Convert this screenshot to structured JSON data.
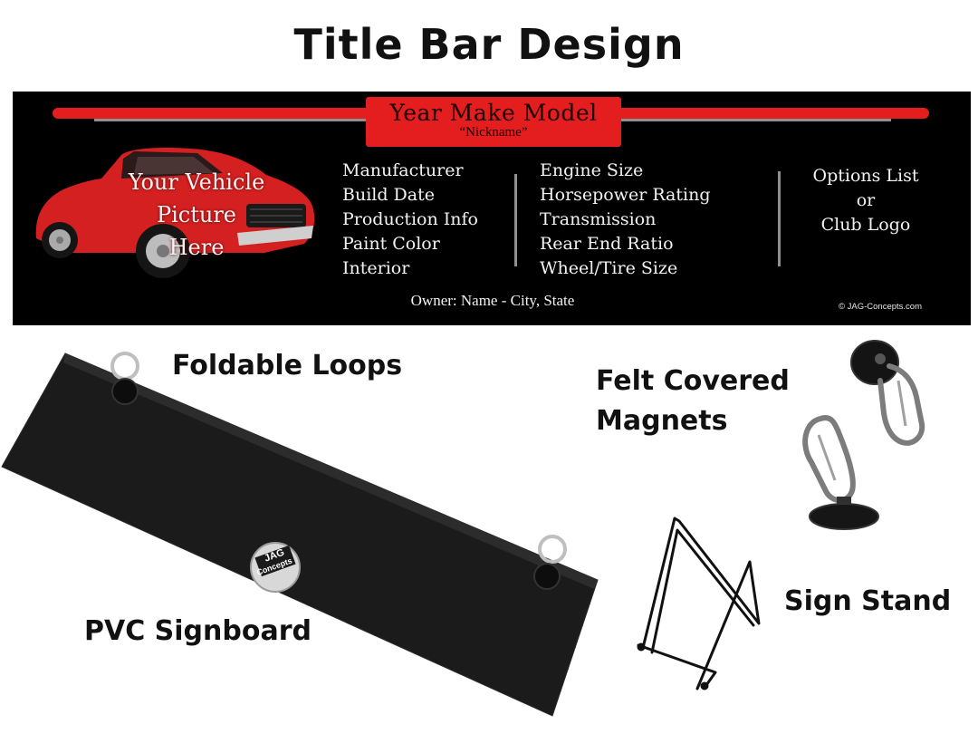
{
  "page": {
    "title": "Title Bar Design"
  },
  "banner": {
    "title": "Year Make Model",
    "nickname": "“Nickname”",
    "photo_caption": [
      "Your Vehicle",
      "Picture",
      "Here"
    ],
    "specs_left": [
      "Manufacturer",
      "Build Date",
      "Production Info",
      "Paint Color",
      "Interior"
    ],
    "specs_right": [
      "Engine Size",
      "Horsepower Rating",
      "Transmission",
      "Rear End Ratio",
      "Wheel/Tire Size"
    ],
    "options": [
      "Options List",
      "or",
      "Club Logo"
    ],
    "owner": "Owner: Name - City, State",
    "copyright": "© JAG-Concepts.com"
  },
  "labels": {
    "loops": "Foldable Loops",
    "magnets": [
      "Felt Covered",
      "Magnets"
    ],
    "signboard": "PVC Signboard",
    "stand": "Sign Stand"
  },
  "badge": {
    "line1": "JAG",
    "line2": "Concepts"
  },
  "colors": {
    "accent_red": "#e41e1e",
    "banner_bg": "#000000",
    "divider_gray": "#8f8f8f"
  }
}
